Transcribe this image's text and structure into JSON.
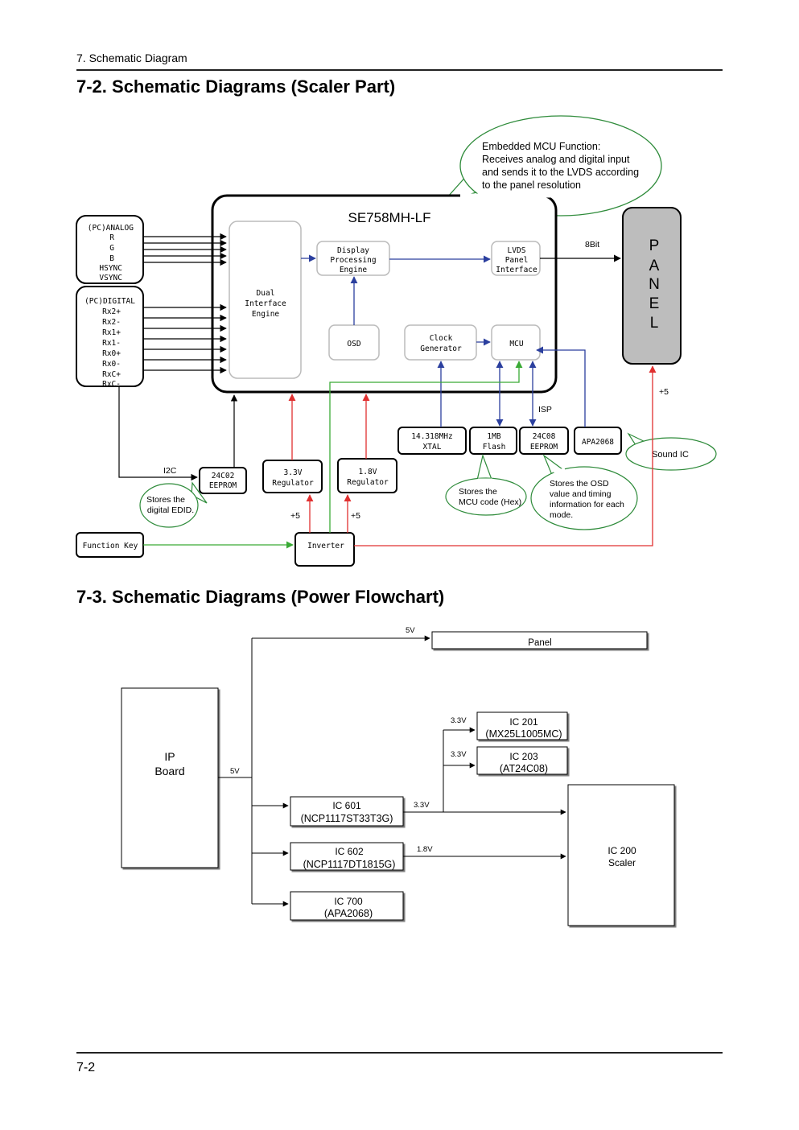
{
  "header": {
    "section": "7. Schematic Diagram"
  },
  "scaler": {
    "heading": "7-2. Schematic Diagrams (Scaler Part)",
    "callout_mcu": [
      "Embedded MCU Function:",
      "Receives analog and digital input",
      "and sends it to the LVDS according",
      "to the panel resolution"
    ],
    "chip": "SE758MH-LF",
    "analog": [
      "(PC)ANALOG",
      "R",
      "G",
      "B",
      "HSYNC",
      "VSYNC"
    ],
    "digital": [
      "(PC)DIGITAL",
      "Rx2+",
      "Rx2-",
      "Rx1+",
      "Rx1-",
      "Rx0+",
      "Rx0-",
      "RxC+",
      "RxC-"
    ],
    "dual_interface": [
      "Dual",
      "Interface",
      "Engine"
    ],
    "display_processing": [
      "Display",
      "Processing",
      "Engine"
    ],
    "lvds": [
      "LVDS",
      "Panel",
      "Interface"
    ],
    "osd": "OSD",
    "clock_gen": [
      "Clock",
      "Generator"
    ],
    "mcu": "MCU",
    "panel_letters": [
      "P",
      "A",
      "N",
      "E",
      "L"
    ],
    "bit8": "8Bit",
    "plus5_panel": "+5",
    "isp": "ISP",
    "xtal": [
      "14.318MHz",
      "XTAL"
    ],
    "flash": [
      "1MB",
      "Flash"
    ],
    "eeprom_osd": [
      "24C08",
      "EEPROM"
    ],
    "apa": "APA2068",
    "sound_ic": "Sound IC",
    "i2c": "I2C",
    "eeprom_edid": [
      "24C02",
      "EEPROM"
    ],
    "reg33": [
      "3.3V",
      "Regulator"
    ],
    "reg18": [
      "1.8V",
      "Regulator"
    ],
    "callout_edid": [
      "Stores the",
      "digital EDID."
    ],
    "callout_flash": [
      "Stores the",
      "MCU code (Hex)"
    ],
    "callout_osd": [
      "Stores the OSD",
      "value and timing",
      "information for each",
      "mode."
    ],
    "plus5_a": "+5",
    "plus5_b": "+5",
    "function_key": "Function Key",
    "inverter": "Inverter"
  },
  "power": {
    "heading": "7-3. Schematic Diagrams (Power Flowchart)",
    "v5_top": "5V",
    "panel": "Panel",
    "ip_board": [
      "IP",
      "Board"
    ],
    "v5_left": "5V",
    "v33_a": "3.3V",
    "ic201": [
      "IC 201",
      "(MX25L1005MC)"
    ],
    "v33_b": "3.3V",
    "ic203": [
      "IC 203",
      "(AT24C08)"
    ],
    "ic601": [
      "IC 601",
      "(NCP1117ST33T3G)"
    ],
    "v33_c": "3.3V",
    "ic602": [
      "IC 602",
      "(NCP1117DT1815G)"
    ],
    "v18": "1.8V",
    "ic700": [
      "IC 700",
      "(APA2068)"
    ],
    "ic200": [
      "IC 200",
      "Scaler"
    ]
  },
  "footer": {
    "page": "7-2"
  },
  "colors": {
    "blue": "#2b3f9e",
    "red": "#e03030",
    "green": "#3aaa35",
    "callout_green": "#2e8b3a",
    "panel_fill": "#bdbdbd"
  }
}
